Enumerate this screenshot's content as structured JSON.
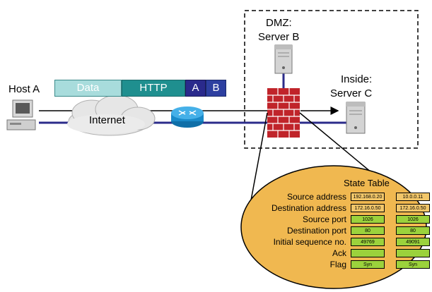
{
  "labels": {
    "host_a": "Host A",
    "internet": "Internet",
    "dmz": "DMZ:",
    "server_b": "Server B",
    "inside": "Inside:",
    "server_c": "Server C"
  },
  "packet": {
    "data": "Data",
    "http": "HTTP",
    "a": "A",
    "b": "B"
  },
  "state_table": {
    "title": "State Table",
    "rows": [
      {
        "label": "Source address",
        "left": "192.168.0.20",
        "right": "10.0.0.11",
        "color": "gold"
      },
      {
        "label": "Destination address",
        "left": "172.16.0.50",
        "right": "172.16.0.50",
        "color": "gold"
      },
      {
        "label": "Source port",
        "left": "1026",
        "right": "1026",
        "color": "green"
      },
      {
        "label": "Destination port",
        "left": "80",
        "right": "80",
        "color": "green"
      },
      {
        "label": "Initial sequence no.",
        "left": "49769",
        "right": "49091",
        "color": "green"
      },
      {
        "label": "Ack",
        "left": "",
        "right": "",
        "color": "green"
      },
      {
        "label": "Flag",
        "left": "Syn",
        "right": "Syn",
        "color": "green"
      }
    ]
  },
  "colors": {
    "data_box": "#a8dcdc",
    "http_box": "#1f8f8f",
    "a_box": "#2a2a8c",
    "b_box": "#2d3fa0",
    "network_line": "#2b2b8a",
    "ellipse_fill": "#f0b850",
    "router": "#1a8ac9",
    "firewall_brick": "#c0242a"
  }
}
